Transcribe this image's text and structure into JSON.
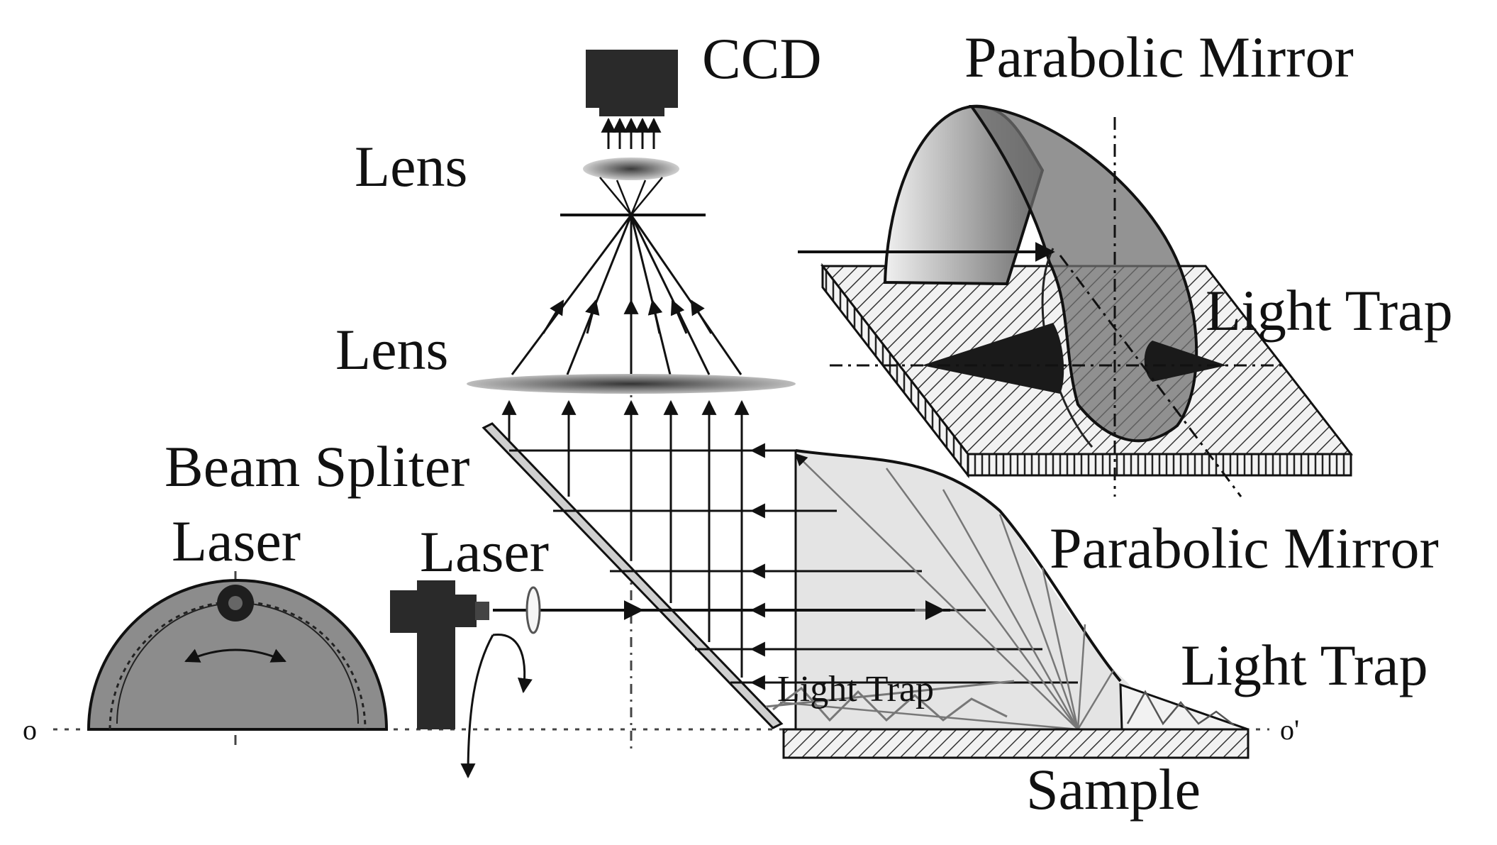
{
  "labels": {
    "ccd": "CCD",
    "parabolic_mirror_top": "Parabolic Mirror",
    "lens_upper": "Lens",
    "lens_lower": "Lens",
    "light_trap_top": "Light Trap",
    "beam_splitter": "Beam Spliter",
    "laser_left": "Laser",
    "laser_center": "Laser",
    "parabolic_mirror_bottom": "Parabolic Mirror",
    "light_trap_inner": "Light Trap",
    "light_trap_right": "Light Trap",
    "sample": "Sample",
    "axis_o": "o",
    "axis_o_prime": "o'"
  },
  "colors": {
    "ink": "#111111",
    "dark_fill": "#2a2a2a",
    "mid_fill": "#8c8c8c",
    "light_fill": "#d6d6d6",
    "mirror_region": "#e2e2e2"
  }
}
